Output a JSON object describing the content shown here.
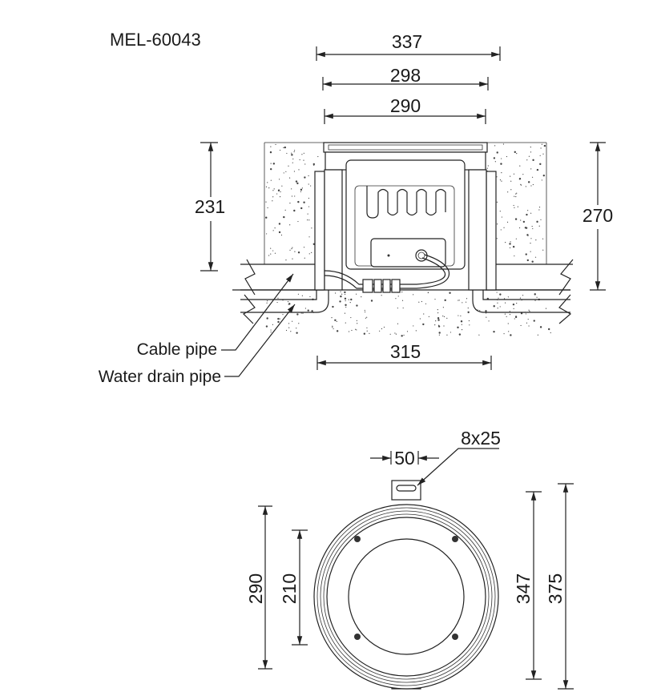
{
  "title": "MEL-60043",
  "side_view": {
    "dimensions": {
      "top_outer": "337",
      "top_mid": "298",
      "top_inner": "290",
      "left_height": "231",
      "right_height": "270",
      "bottom_width": "315"
    },
    "labels": {
      "cable_pipe": "Cable pipe",
      "water_drain_pipe": "Water drain pipe"
    }
  },
  "top_view": {
    "dimensions": {
      "slot": "8x25",
      "slot_spacing": "50",
      "outer_diameter_left": "290",
      "inner_diameter": "210",
      "ring_diameter": "347",
      "overall_length": "375"
    }
  }
}
